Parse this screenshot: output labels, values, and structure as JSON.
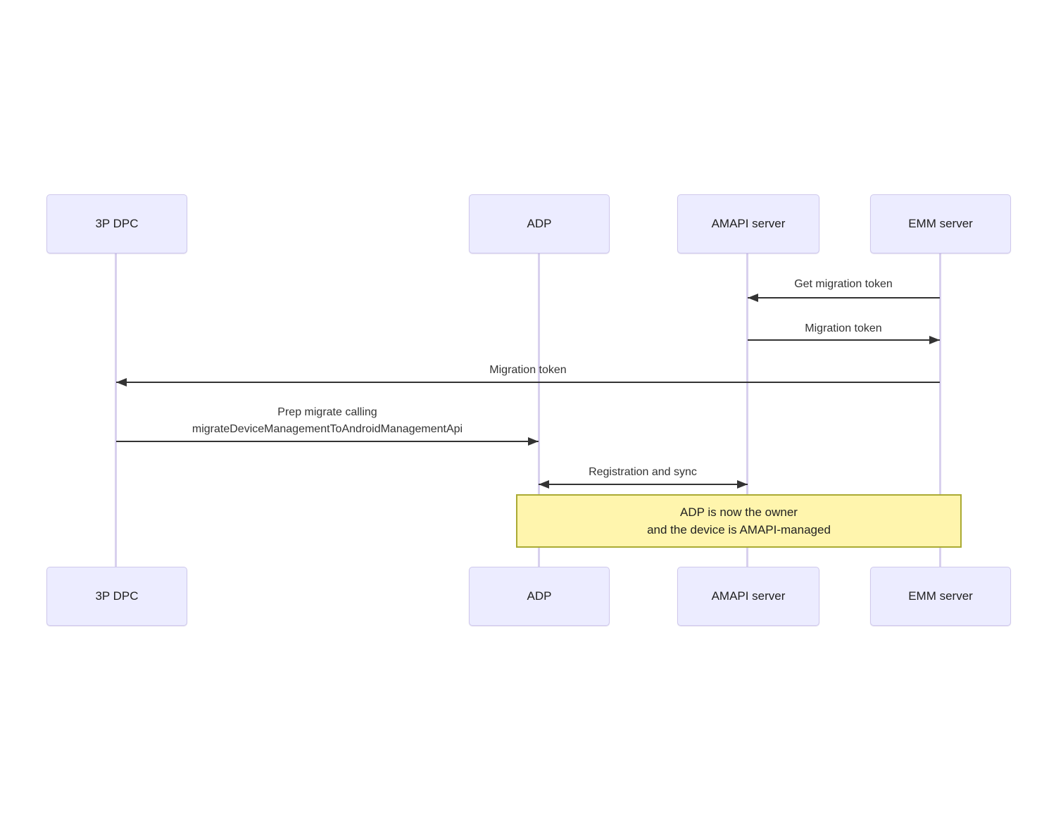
{
  "diagram": {
    "type": "sequence-diagram",
    "actors": [
      {
        "id": "3p-dpc",
        "label": "3P DPC"
      },
      {
        "id": "adp",
        "label": "ADP"
      },
      {
        "id": "amapi-server",
        "label": "AMAPI server"
      },
      {
        "id": "emm-server",
        "label": "EMM server"
      }
    ],
    "messages": [
      {
        "from": "EMM server",
        "to": "AMAPI server",
        "arrow": "left",
        "lines": [
          "Get migration token"
        ]
      },
      {
        "from": "AMAPI server",
        "to": "EMM server",
        "arrow": "right",
        "lines": [
          "Migration token"
        ]
      },
      {
        "from": "EMM server",
        "to": "3P DPC",
        "arrow": "left",
        "lines": [
          "Migration token"
        ]
      },
      {
        "from": "3P DPC",
        "to": "ADP",
        "arrow": "right",
        "lines": [
          "Prep migrate calling",
          "migrateDeviceManagementToAndroidManagementApi"
        ]
      },
      {
        "from": "ADP",
        "to": "AMAPI server",
        "arrow": "both",
        "lines": [
          "Registration and sync"
        ]
      }
    ],
    "note": {
      "lines": [
        "ADP is now the owner",
        "and the device is AMAPI-managed"
      ]
    },
    "colors": {
      "actor_fill": "#ECECFF",
      "actor_border": "#CFC8EC",
      "lifeline": "#D8D0EE",
      "arrow": "#333333",
      "message_text": "#333333",
      "note_fill": "#FFF5AD",
      "note_border": "#AAAA33",
      "background": "#FFFFFF"
    }
  }
}
